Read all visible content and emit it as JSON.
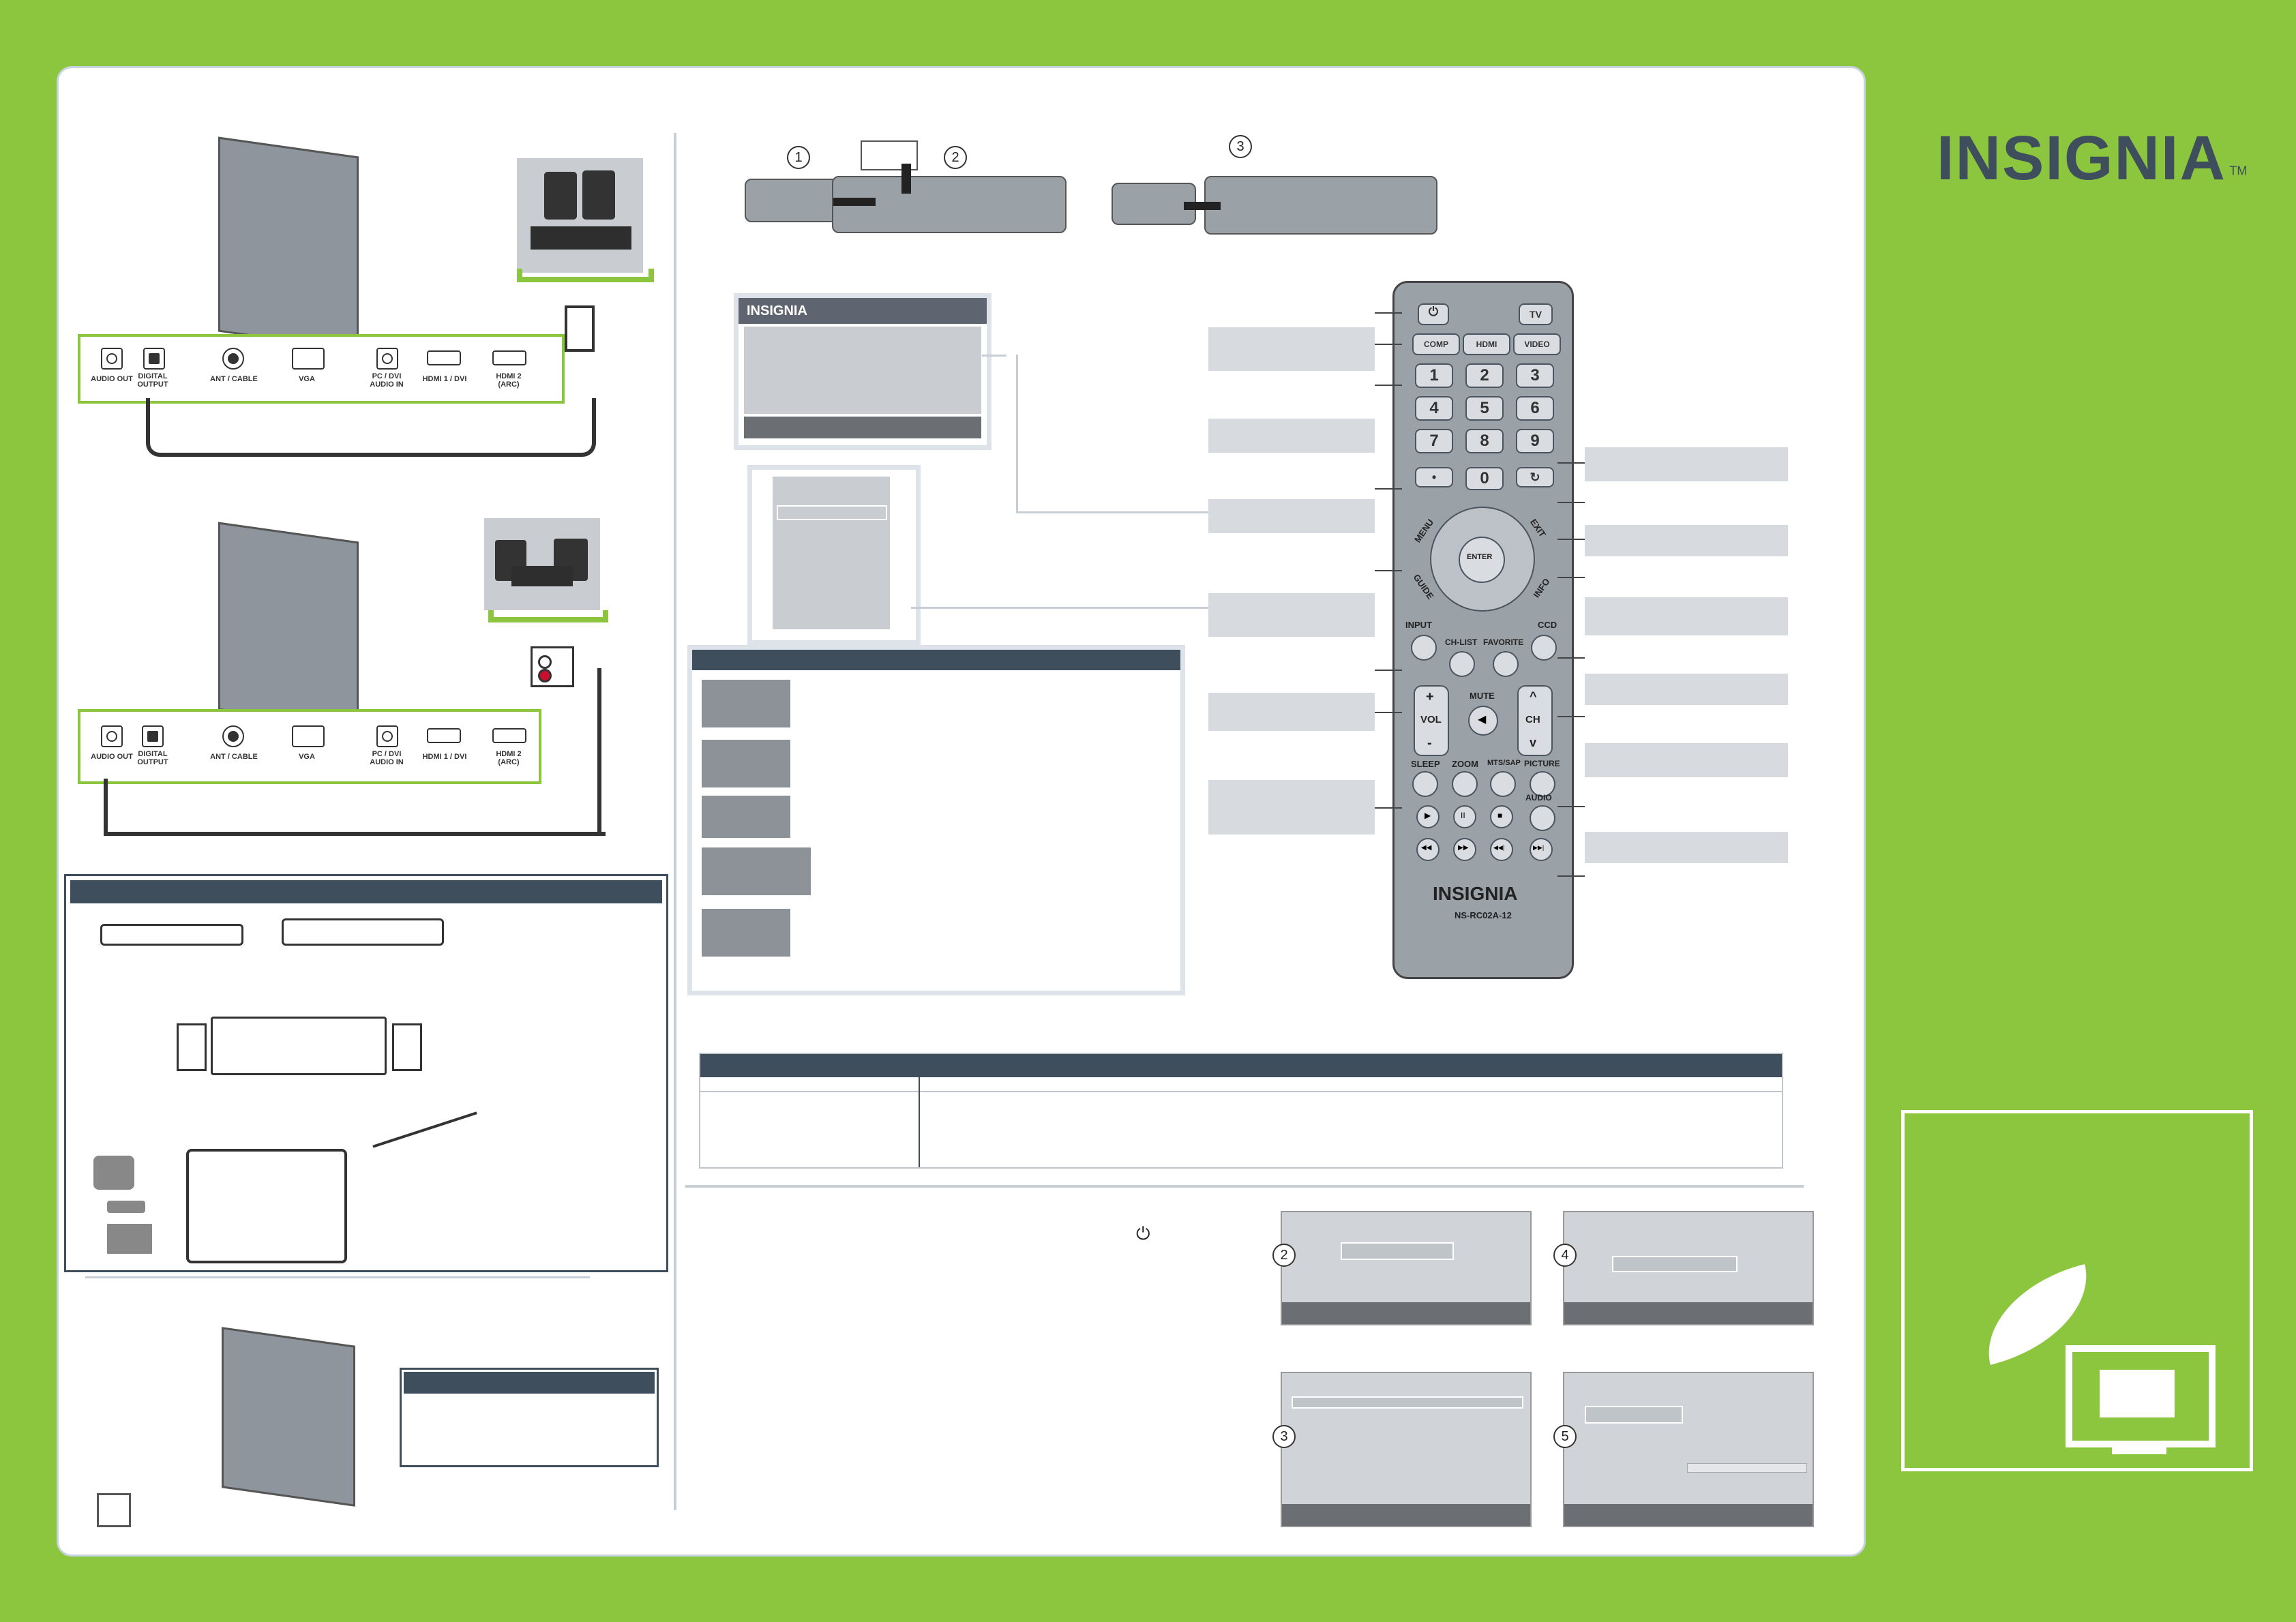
{
  "brand": {
    "name": "INSIGNIA",
    "trademark": "TM"
  },
  "tv_ports": [
    "AUDIO OUT",
    "DIGITAL OUTPUT",
    "ANT / CABLE",
    "VGA",
    "PC / DVI AUDIO IN",
    "HDMI 1 / DVI",
    "HDMI 2 (ARC)"
  ],
  "step_numbers": {
    "battery": [
      "1",
      "2",
      "3"
    ],
    "setup": [
      "2",
      "3",
      "4",
      "5"
    ]
  },
  "remote": {
    "model": "NS-RC02A-12",
    "top_buttons": [
      "TV",
      "COMP",
      "HDMI",
      "VIDEO"
    ],
    "digits": [
      "1",
      "2",
      "3",
      "4",
      "5",
      "6",
      "7",
      "8",
      "9",
      "•",
      "0"
    ],
    "nav": {
      "enter": "ENTER",
      "menu": "MENU",
      "exit": "EXIT",
      "guide": "GUIDE",
      "info": "INFO"
    },
    "labels": {
      "input": "INPUT",
      "ch_list": "CH-LIST",
      "favorite": "FAVORITE",
      "ccd": "CCD",
      "mute": "MUTE",
      "vol": "VOL",
      "ch": "CH",
      "sleep": "SLEEP",
      "zoom": "ZOOM",
      "mts_sap": "MTS/SAP",
      "picture": "PICTURE",
      "audio": "AUDIO",
      "plus": "+",
      "minus": "-",
      "up": "^",
      "down": "v"
    },
    "media_glyphs": [
      "▶",
      "II",
      "■",
      "◀◀",
      "▶▶",
      "◀◀|",
      "▶▶|"
    ]
  },
  "colors": {
    "background": "#8cc63f",
    "header": "#3e4e5c",
    "callout": "#d7dbe0"
  }
}
